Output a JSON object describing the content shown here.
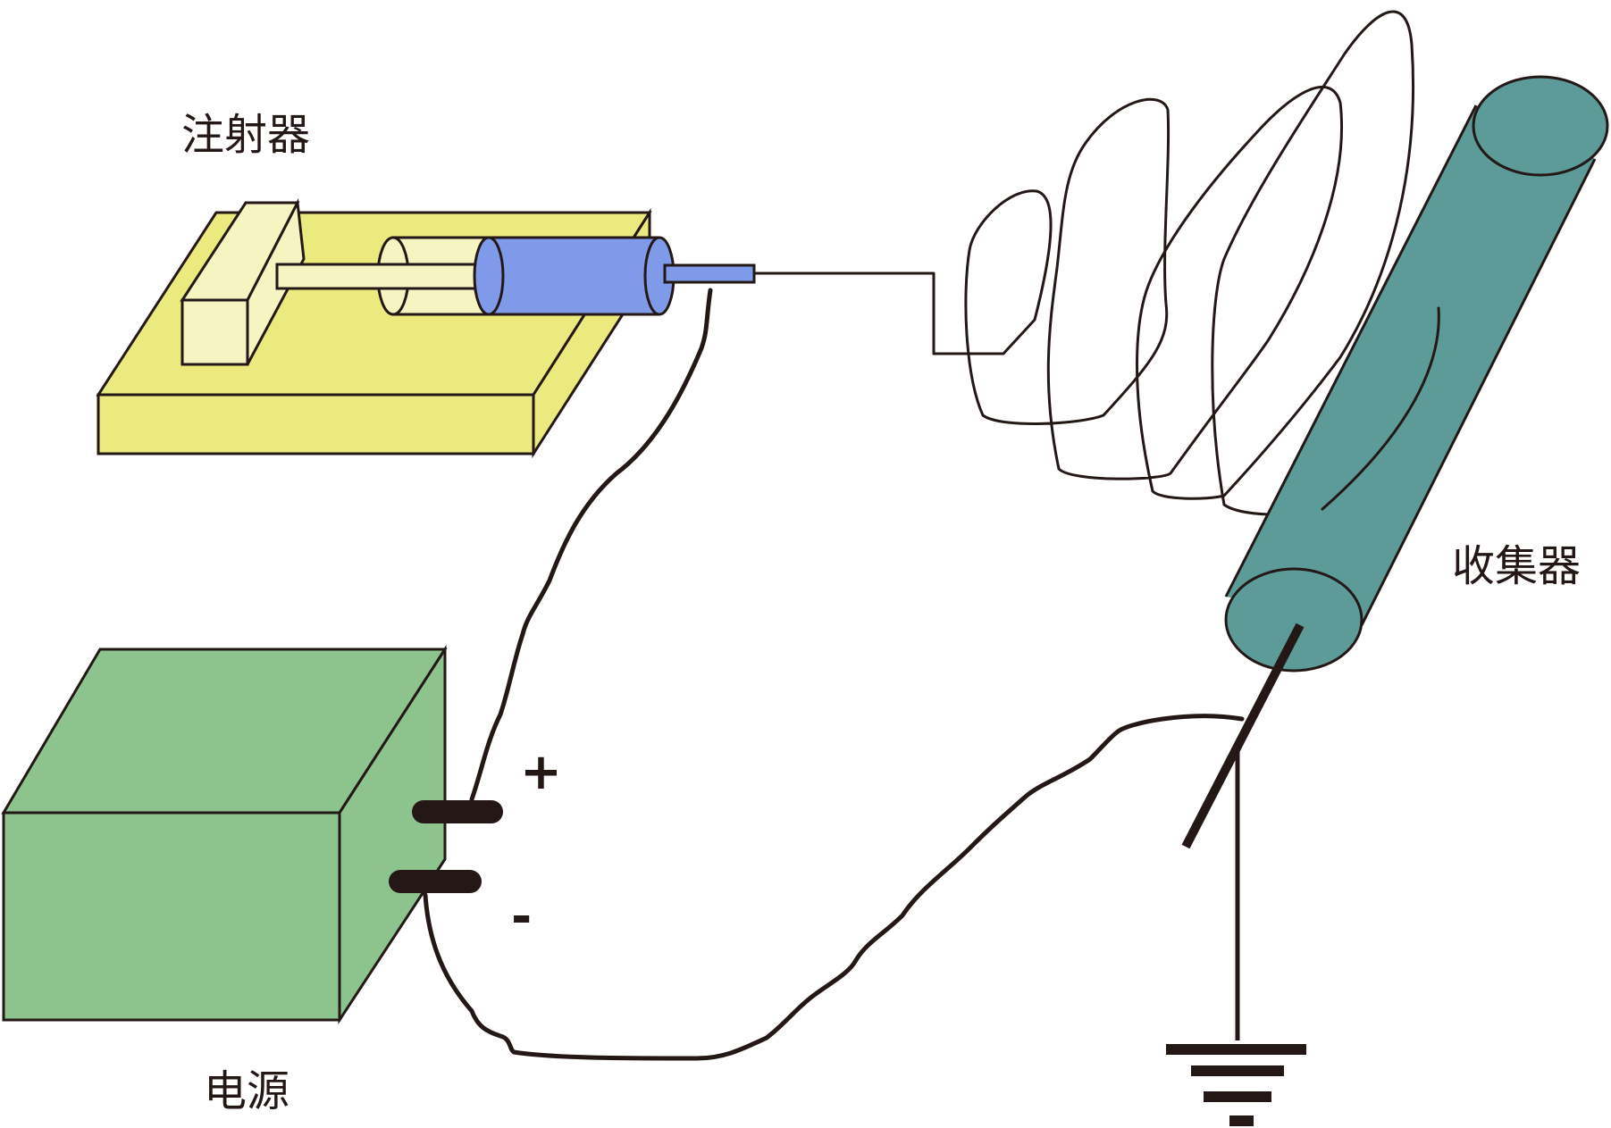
{
  "labels": {
    "syringe": "注射器",
    "collector": "收集器",
    "power_supply": "电源",
    "positive": "+",
    "negative": "-"
  },
  "colors": {
    "pump_base": "#eaea7e",
    "syringe_barrel": "#f5f5c2",
    "syringe_tip": "#7e9ae9",
    "power_box": "#8dc38d",
    "collector": "#5d9b98",
    "line": "#231815"
  }
}
